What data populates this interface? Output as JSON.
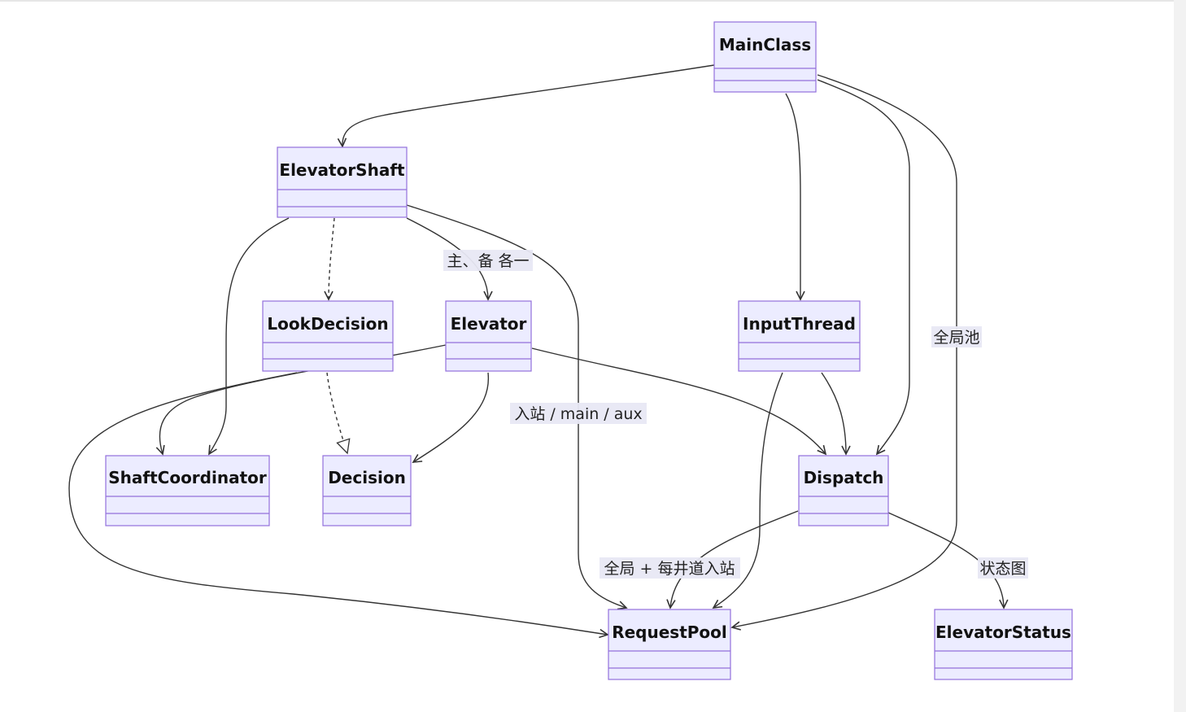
{
  "classes": [
    {
      "id": "MainClass",
      "label": "MainClass"
    },
    {
      "id": "ElevatorShaft",
      "label": "ElevatorShaft"
    },
    {
      "id": "LookDecision",
      "label": "LookDecision"
    },
    {
      "id": "Elevator",
      "label": "Elevator"
    },
    {
      "id": "InputThread",
      "label": "InputThread"
    },
    {
      "id": "ShaftCoordinator",
      "label": "ShaftCoordinator"
    },
    {
      "id": "Decision",
      "label": "Decision"
    },
    {
      "id": "Dispatch",
      "label": "Dispatch"
    },
    {
      "id": "RequestPool",
      "label": "RequestPool"
    },
    {
      "id": "ElevatorStatus",
      "label": "ElevatorStatus"
    }
  ],
  "relations": [
    {
      "from": "MainClass",
      "to": "ElevatorShaft",
      "kind": "association",
      "label": ""
    },
    {
      "from": "MainClass",
      "to": "InputThread",
      "kind": "association",
      "label": ""
    },
    {
      "from": "MainClass",
      "to": "Dispatch",
      "kind": "association",
      "label": ""
    },
    {
      "from": "MainClass",
      "to": "RequestPool",
      "kind": "association",
      "label": "全局池"
    },
    {
      "from": "ElevatorShaft",
      "to": "ShaftCoordinator",
      "kind": "association",
      "label": ""
    },
    {
      "from": "ElevatorShaft",
      "to": "LookDecision",
      "kind": "dependency",
      "label": ""
    },
    {
      "from": "ElevatorShaft",
      "to": "Elevator",
      "kind": "association",
      "label": "主、备 各一"
    },
    {
      "from": "ElevatorShaft",
      "to": "RequestPool",
      "kind": "association",
      "label": "入站 / main / aux"
    },
    {
      "from": "LookDecision",
      "to": "Decision",
      "kind": "realization",
      "label": ""
    },
    {
      "from": "LookDecision",
      "to": "RequestPool",
      "kind": "association",
      "label": ""
    },
    {
      "from": "Elevator",
      "to": "ShaftCoordinator",
      "kind": "association",
      "label": ""
    },
    {
      "from": "Elevator",
      "to": "Decision",
      "kind": "association",
      "label": ""
    },
    {
      "from": "Elevator",
      "to": "Dispatch",
      "kind": "association",
      "label": ""
    },
    {
      "from": "InputThread",
      "to": "Dispatch",
      "kind": "association",
      "label": ""
    },
    {
      "from": "InputThread",
      "to": "RequestPool",
      "kind": "association",
      "label": ""
    },
    {
      "from": "Dispatch",
      "to": "RequestPool",
      "kind": "association",
      "label": "全局 + 每井道入站"
    },
    {
      "from": "Dispatch",
      "to": "ElevatorStatus",
      "kind": "association",
      "label": "状态图"
    }
  ],
  "colors": {
    "class_fill": "#ECECFF",
    "class_stroke": "#9370DB",
    "edge": "#333333",
    "label_bg": "#e8e8f4"
  }
}
